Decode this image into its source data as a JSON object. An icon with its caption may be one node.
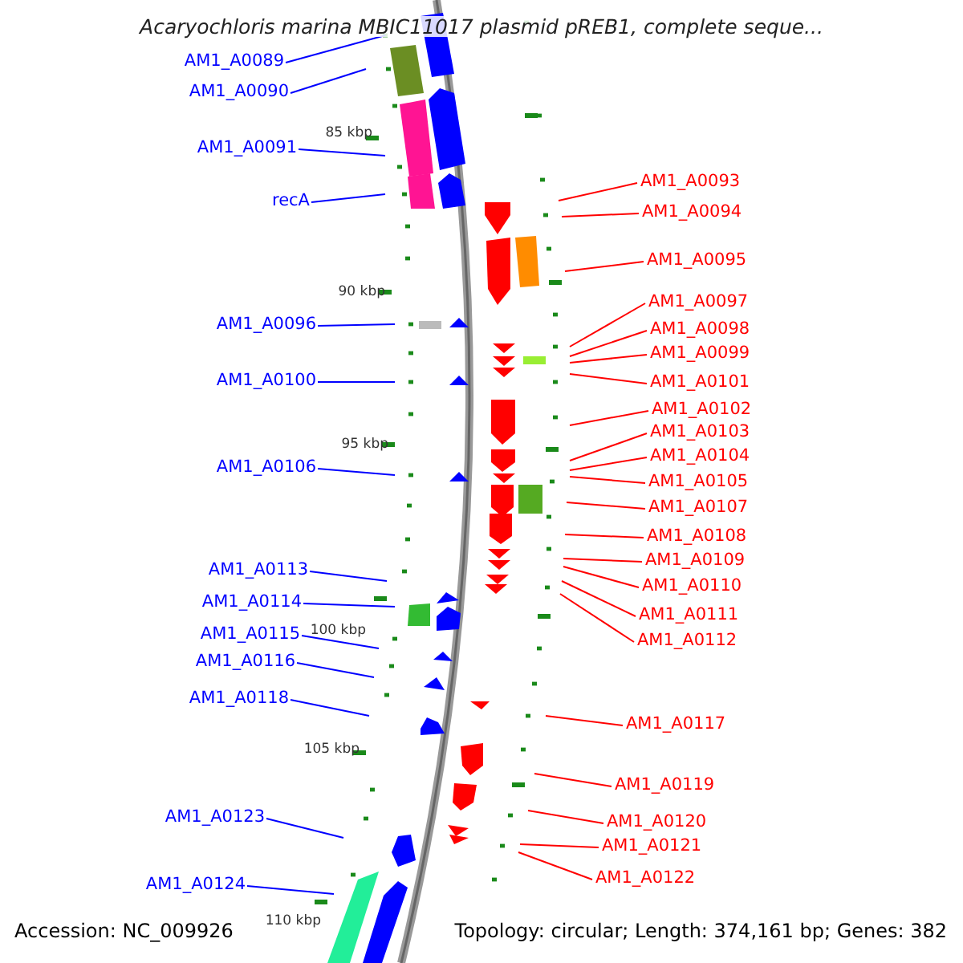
{
  "diagram": {
    "title": "Acaryochloris marina MBIC11017 plasmid pREB1, complete seque...",
    "nodes": [
      {
        "text": [
          "AM1_A0089"
        ]
      },
      {
        "text": [
          "AM1_A0090"
        ]
      },
      {
        "text": [
          "AM1_A0091"
        ]
      },
      {
        "text": [
          "recA"
        ]
      },
      {
        "text": [
          "AM1_A0096"
        ]
      },
      {
        "text": [
          "AM1_A0100"
        ]
      },
      {
        "text": [
          "AM1_A0106"
        ]
      },
      {
        "text": [
          "AM1_A0113"
        ]
      },
      {
        "text": [
          "AM1_A0114"
        ]
      },
      {
        "text": [
          "AM1_A0115"
        ]
      },
      {
        "text": [
          "AM1_A0116"
        ]
      },
      {
        "text": [
          "AM1_A0118"
        ]
      },
      {
        "text": [
          "AM1_A0123"
        ]
      },
      {
        "text": [
          "AM1_A0124"
        ]
      },
      {
        "text": [
          "AM1_A0093"
        ]
      },
      {
        "text": [
          "AM1_A0094"
        ]
      },
      {
        "text": [
          "AM1_A0095"
        ]
      },
      {
        "text": [
          "AM1_A0097"
        ]
      },
      {
        "text": [
          "AM1_A0098"
        ]
      },
      {
        "text": [
          "AM1_A0099"
        ]
      },
      {
        "text": [
          "AM1_A0101"
        ]
      },
      {
        "text": [
          "AM1_A0102"
        ]
      },
      {
        "text": [
          "AM1_A0103"
        ]
      },
      {
        "text": [
          "AM1_A0104"
        ]
      },
      {
        "text": [
          "AM1_A0105"
        ]
      },
      {
        "text": [
          "AM1_A0107"
        ]
      },
      {
        "text": [
          "AM1_A0108"
        ]
      },
      {
        "text": [
          "AM1_A0109"
        ]
      },
      {
        "text": [
          "AM1_A0110"
        ]
      },
      {
        "text": [
          "AM1_A0111"
        ]
      },
      {
        "text": [
          "AM1_A0112"
        ]
      },
      {
        "text": [
          "AM1_A0117"
        ]
      },
      {
        "text": [
          "AM1_A0119"
        ]
      },
      {
        "text": [
          "AM1_A0120"
        ]
      },
      {
        "text": [
          "AM1_A0121"
        ]
      },
      {
        "text": [
          "AM1_A0122"
        ]
      }
    ],
    "edges": [
      {
        "from": 0,
        "to": null,
        "arrow": "none",
        "color": "#0000ff"
      },
      {
        "from": 1,
        "to": null,
        "arrow": "none",
        "color": "#0000ff"
      },
      {
        "from": 2,
        "to": null,
        "arrow": "none",
        "color": "#0000ff"
      },
      {
        "from": 3,
        "to": null,
        "arrow": "none",
        "color": "#0000ff"
      },
      {
        "from": 4,
        "to": null,
        "arrow": "none",
        "color": "#0000ff"
      },
      {
        "from": 5,
        "to": null,
        "arrow": "none",
        "color": "#0000ff"
      },
      {
        "from": 6,
        "to": null,
        "arrow": "none",
        "color": "#0000ff"
      },
      {
        "from": 7,
        "to": null,
        "arrow": "none",
        "color": "#0000ff"
      },
      {
        "from": 8,
        "to": null,
        "arrow": "none",
        "color": "#0000ff"
      },
      {
        "from": 9,
        "to": null,
        "arrow": "none",
        "color": "#0000ff"
      },
      {
        "from": 10,
        "to": null,
        "arrow": "none",
        "color": "#0000ff"
      },
      {
        "from": 11,
        "to": null,
        "arrow": "none",
        "color": "#0000ff"
      },
      {
        "from": 12,
        "to": null,
        "arrow": "none",
        "color": "#0000ff"
      },
      {
        "from": 13,
        "to": null,
        "arrow": "none",
        "color": "#0000ff"
      },
      {
        "from": 14,
        "to": null,
        "arrow": "none"
      },
      {
        "from": 15,
        "to": null,
        "arrow": "none"
      },
      {
        "from": 16,
        "to": null,
        "arrow": "none"
      },
      {
        "from": 17,
        "to": null,
        "arrow": "none"
      },
      {
        "from": 18,
        "to": null,
        "arrow": "none"
      },
      {
        "from": 19,
        "to": null,
        "arrow": "none"
      },
      {
        "from": 20,
        "to": null,
        "arrow": "none"
      },
      {
        "from": 21,
        "to": null,
        "arrow": "none"
      },
      {
        "from": 22,
        "to": null,
        "arrow": "none"
      },
      {
        "from": 23,
        "to": null,
        "arrow": "none"
      },
      {
        "from": 24,
        "to": null,
        "arrow": "none"
      },
      {
        "from": 25,
        "to": null,
        "arrow": "none"
      },
      {
        "from": 26,
        "to": null,
        "arrow": "none"
      },
      {
        "from": 27,
        "to": null,
        "arrow": "none"
      },
      {
        "from": 28,
        "to": null,
        "arrow": "none"
      },
      {
        "from": 29,
        "to": null,
        "arrow": "none"
      },
      {
        "from": 30,
        "to": null,
        "arrow": "none"
      },
      {
        "from": 31,
        "to": null,
        "arrow": "none"
      },
      {
        "from": 32,
        "to": null,
        "arrow": "none"
      },
      {
        "from": 33,
        "to": null,
        "arrow": "none"
      },
      {
        "from": 34,
        "to": null,
        "arrow": "none"
      },
      {
        "from": 35,
        "to": null,
        "arrow": "none"
      }
    ],
    "labels": [
      "85 kbp",
      "90 kbp",
      "95 kbp",
      "100 kbp",
      "105 kbp",
      "110 kbp",
      "Accession: NC_009926",
      "Topology: circular; Length: 374,161 bp; Genes: 382"
    ]
  }
}
